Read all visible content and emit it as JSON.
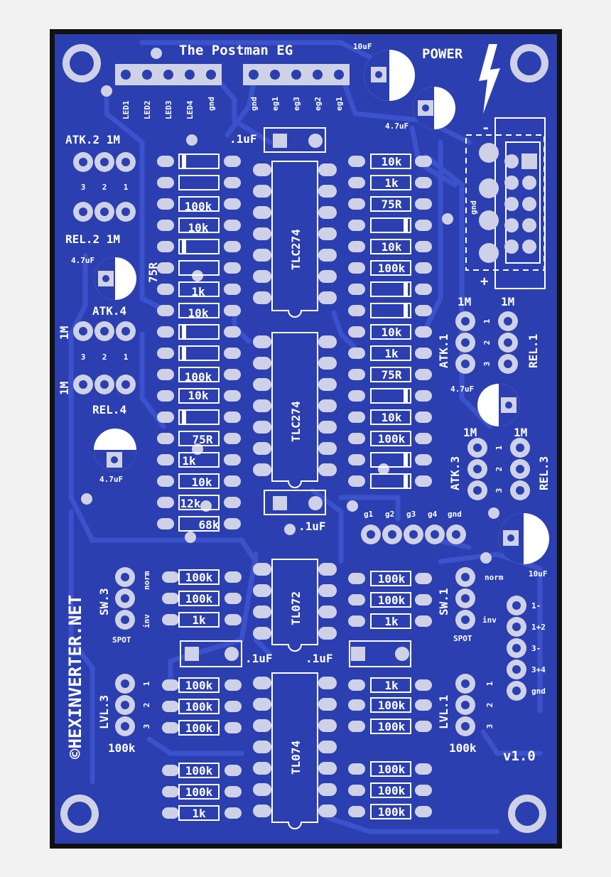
{
  "title": "The Postman EG",
  "brand": "©HEXINVERTER.NET",
  "version": "v1.0",
  "power": "POWER",
  "colors": {
    "board": "#2b3fb0",
    "silk": "#ffffff",
    "pad": "#cfd2e6",
    "page": "#f2f2f2",
    "frame": "#111111"
  },
  "header_top_left": [
    "LED1",
    "LED2",
    "LED3",
    "LED4",
    "gnd"
  ],
  "header_top_right": [
    "gnd",
    "eg1",
    "eg3",
    "eg2",
    "eg1"
  ],
  "header_mid": [
    "g1",
    "g2",
    "g3",
    "g4",
    "gnd"
  ],
  "header_right": [
    "1-",
    "1+2",
    "3-",
    "3+4",
    "gnd"
  ],
  "ic": [
    "TLC274",
    "TLC274",
    "TL072",
    "TL074"
  ],
  "caps": {
    "c10u_top": "10uF",
    "c47u_top": "4.7uF",
    "c47u_left": "4.7uF",
    "c47u_left2": "4.7uF",
    "c47u_right": "4.7uF",
    "c10u_right": "10uF",
    "c01": ".1uF"
  },
  "trimmers": {
    "atk2": "ATK.2 1M",
    "rel2": "REL.2 1M",
    "atk4": "ATK.4",
    "rel4": "REL.4",
    "one_m": "1M",
    "atk1": "ATK.1",
    "rel1": "REL.1",
    "atk3": "ATK.3",
    "rel3": "REL.3",
    "lvl3": "LVL.3",
    "lvl1": "LVL.1",
    "lvl_val": "100k",
    "sw3": "SW.3",
    "sw1": "SW.1",
    "norm": "norm",
    "inv": "inv",
    "spot": "SPOT",
    "pins": [
      "3",
      "2",
      "1"
    ],
    "pins_rev": [
      "1",
      "2",
      "3"
    ]
  },
  "power_conn": {
    "gnd": "gnd",
    "minus": "-",
    "plus": "+"
  },
  "res_left_top": [
    "",
    "",
    "100k",
    "10k",
    "",
    "",
    "1k",
    "10k",
    "",
    "",
    "100k",
    "10k",
    "",
    "75R",
    "1k",
    "10k",
    "12k",
    "68k"
  ],
  "res_right_top": [
    "10k",
    "1k",
    "75R",
    "",
    "10k",
    "100k",
    "",
    "",
    "10k",
    "1k",
    "75R",
    "",
    "10k",
    "100k",
    "",
    ""
  ],
  "res_left_75r": "75R",
  "res_left_mid": [
    "100k",
    "100k",
    "1k"
  ],
  "res_right_mid": [
    "100k",
    "100k",
    "1k"
  ],
  "res_left_low": [
    "100k",
    "100k",
    "100k"
  ],
  "res_right_low": [
    "1k",
    "100k",
    "100k"
  ],
  "res_left_bot": [
    "100k",
    "100k",
    "1k"
  ],
  "res_right_bot": [
    "100k",
    "100k",
    "100k"
  ]
}
